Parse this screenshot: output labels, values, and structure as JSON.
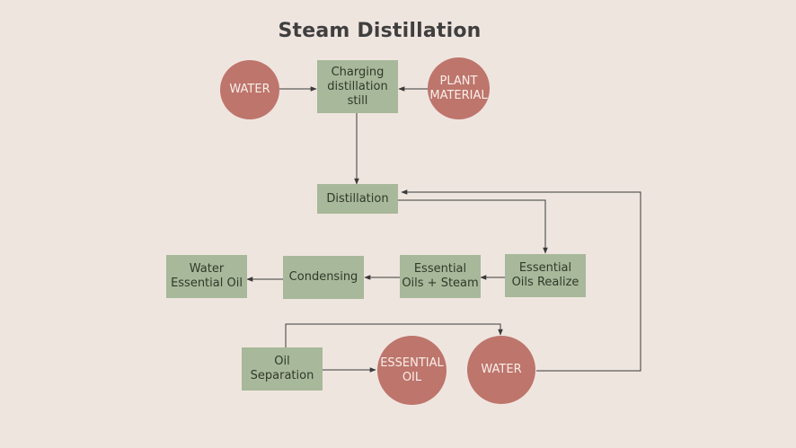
{
  "title": "Steam Distillation",
  "nodes": {
    "water_input": "WATER",
    "charging_still": "Charging\ndistillation\nstill",
    "plant_material": "PLANT\nMATERIAL",
    "distillation": "Distillation",
    "oils_realize": "Essential\nOils Realize",
    "oils_steam": "Essential\nOils + Steam",
    "condensing": "Condensing",
    "water_essential_oil": "Water\nEssential Oil",
    "oil_separation": "Oil\nSeparation",
    "essential_oil": "ESSENTIAL\nOIL",
    "water_recycle": "WATER"
  },
  "colors": {
    "background": "#efe5df",
    "process_box": "#a8b89a",
    "material_circle": "#bd756c",
    "connector": "#3a3a3a"
  }
}
